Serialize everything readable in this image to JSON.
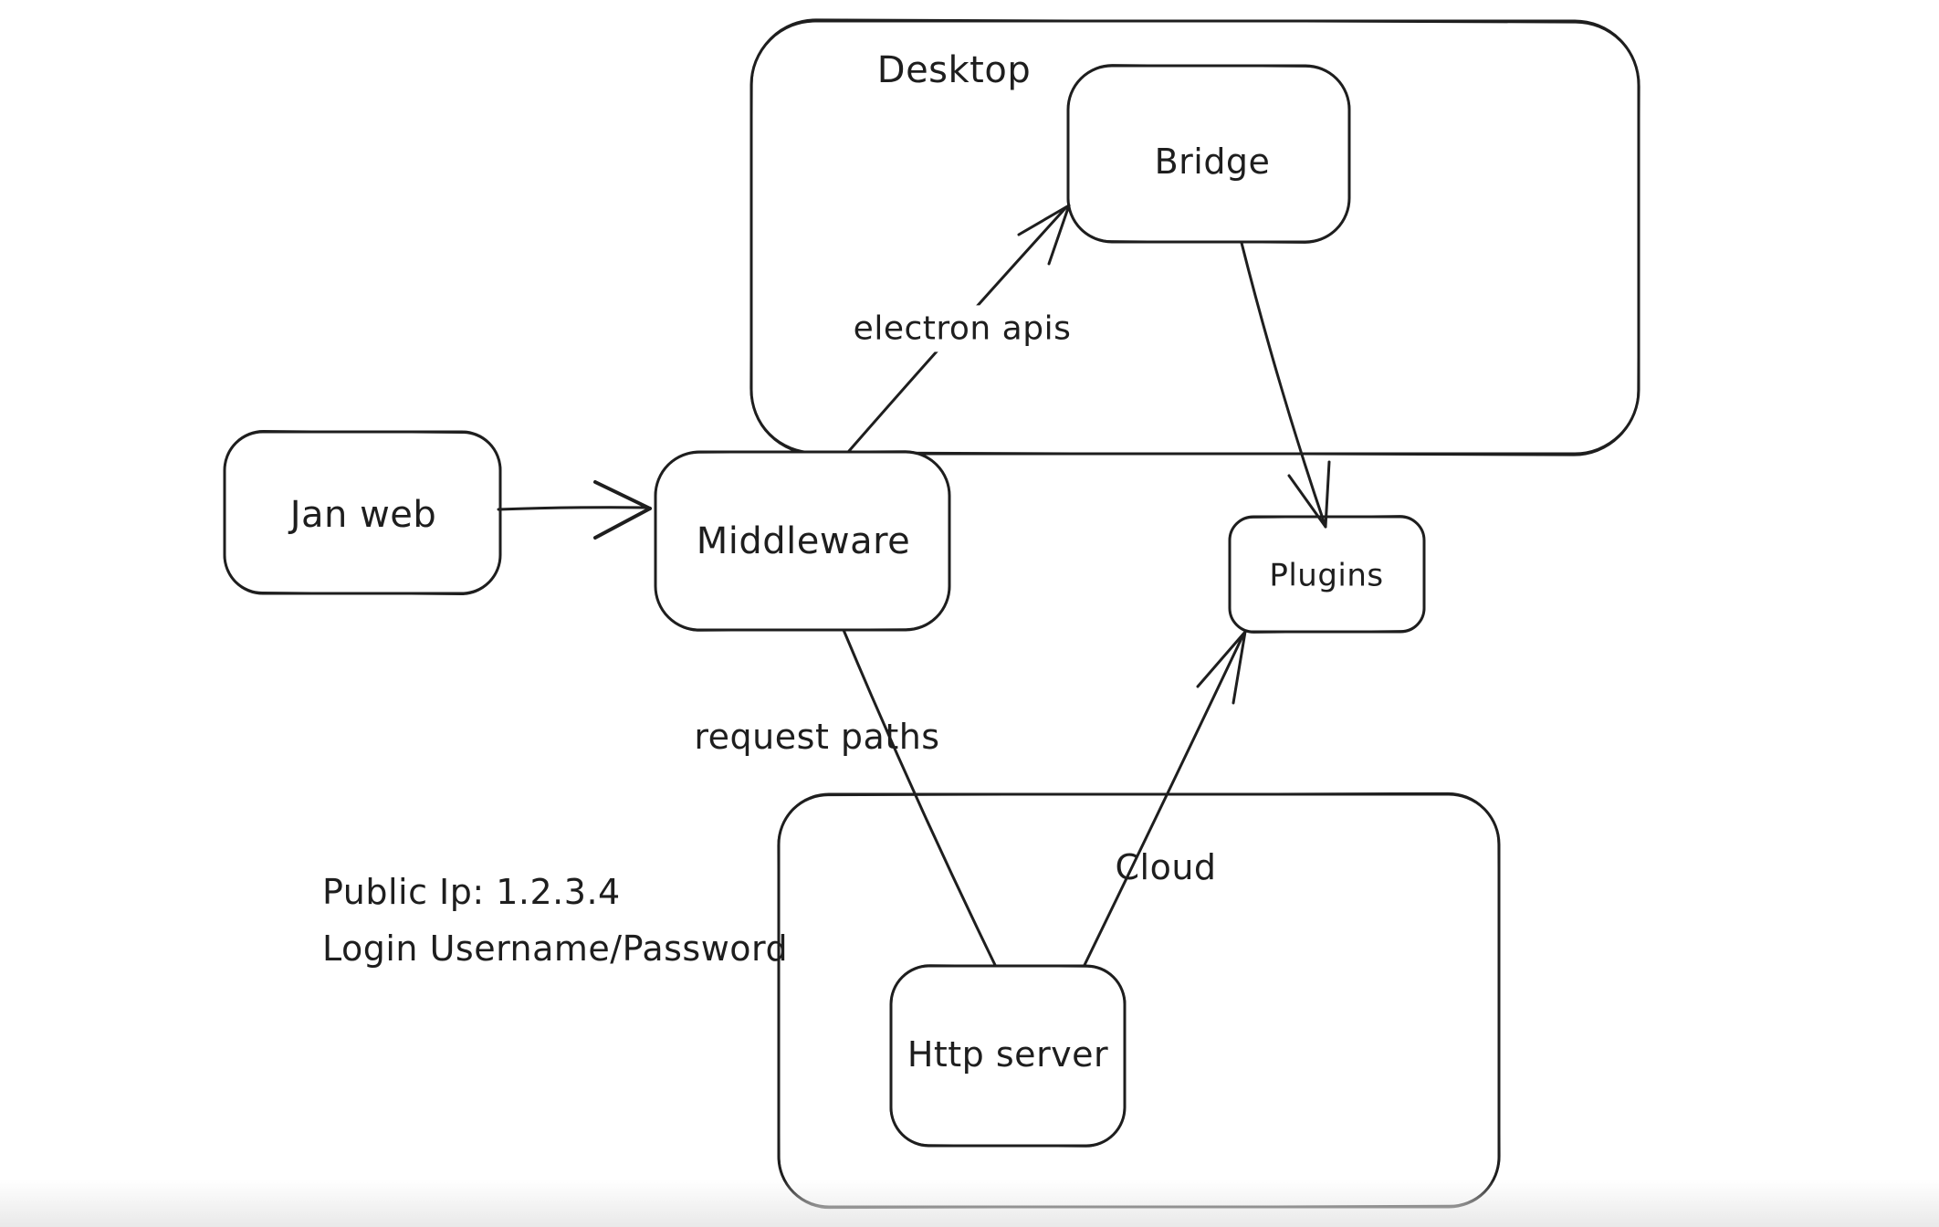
{
  "diagram": {
    "colors": {
      "stroke": "#1e1e1e",
      "background": "#ffffff"
    },
    "containers": [
      {
        "label": "Desktop"
      },
      {
        "label": "Cloud"
      }
    ],
    "nodes": [
      {
        "label": "Jan web"
      },
      {
        "label": "Middleware"
      },
      {
        "label": "Bridge"
      },
      {
        "label": "Plugins"
      },
      {
        "label": "Http server"
      }
    ],
    "edges": [
      {
        "from": "Jan web",
        "to": "Middleware",
        "label": ""
      },
      {
        "from": "Middleware",
        "to": "Bridge",
        "label": "electron apis"
      },
      {
        "from": "Bridge",
        "to": "Plugins",
        "label": ""
      },
      {
        "from": "Middleware",
        "to": "Http server",
        "label": "request paths"
      },
      {
        "from": "Http server",
        "to": "Plugins",
        "label": ""
      }
    ],
    "notes": [
      {
        "text": "Public Ip: 1.2.3.4"
      },
      {
        "text": "Login Username/Password"
      }
    ]
  }
}
